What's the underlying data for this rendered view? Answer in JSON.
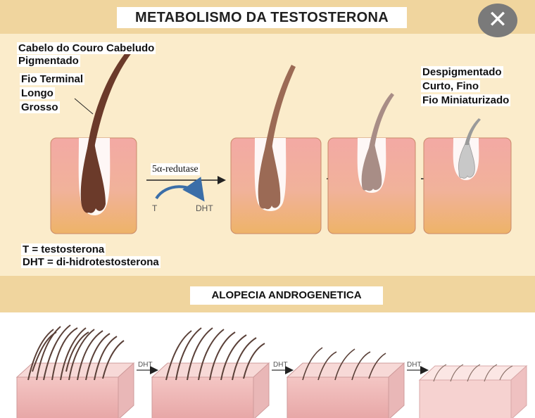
{
  "title": "METABOLISMO DA TESTOSTERONA",
  "close_label": "✕",
  "labels": {
    "scalp_hair_line1": "Cabelo do Couro Cabeludo",
    "scalp_hair_line2": "Pigmentado",
    "terminal_line1": "Fio Terminal",
    "terminal_line2": "Longo",
    "terminal_line3": "Grosso",
    "miniature_line1": "Despigmentado",
    "miniature_line2": "Curto, Fino",
    "miniature_line3": "Fio Miniaturizado",
    "enzyme": "5α-redutase",
    "substrate": "T",
    "product": "DHT",
    "legend_t": "T = testosterona",
    "legend_dht": "DHT = di-hidrotestosterona"
  },
  "section_title": "ALOPECIA ANDROGENETICA",
  "stage_arrows": [
    "DHT",
    "DHT",
    "DHT"
  ],
  "colors": {
    "background": "#fbeccb",
    "band": "#f0d59e",
    "skin_top": "#f3a9a4",
    "skin_bottom": "#eeb368",
    "hair": "#6b3a2a",
    "close_button": "#7a7a7a"
  }
}
